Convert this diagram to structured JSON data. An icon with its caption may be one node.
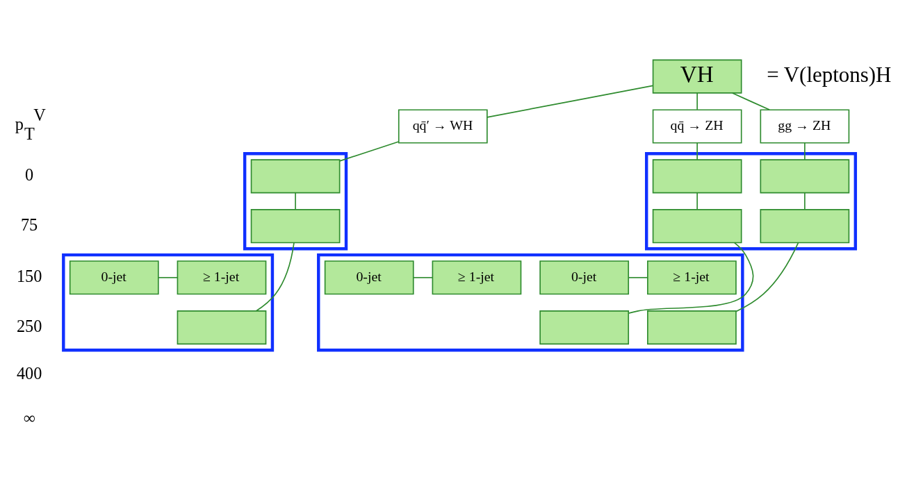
{
  "diagram": {
    "nodes": [
      {
        "text": [
          "VH"
        ],
        "beside": [
          "= V(leptons)H"
        ]
      },
      {
        "text": [
          "qq̄′ → WH"
        ]
      },
      {
        "text": [
          "qq̄ → ZH"
        ]
      },
      {
        "text": [
          "gg → ZH"
        ]
      },
      {
        "text": [],
        "shape": "box"
      },
      {
        "text": [],
        "shape": "box",
        "in": 4
      },
      {
        "text": [],
        "shape": "box",
        "in": 4
      },
      {
        "text": [],
        "shape": "box"
      },
      {
        "text": [],
        "shape": "box",
        "in": 7
      },
      {
        "text": [],
        "shape": "box",
        "in": 7
      },
      {
        "text": [],
        "shape": "box",
        "in": 7
      },
      {
        "text": [],
        "shape": "box",
        "in": 7
      },
      {
        "text": [],
        "shape": "box"
      },
      {
        "text": [
          "0-jet"
        ],
        "in": 12
      },
      {
        "text": [
          "≥ 1-jet"
        ],
        "in": 12
      },
      {
        "text": [],
        "shape": "box",
        "in": 12
      },
      {
        "text": [],
        "shape": "box"
      },
      {
        "text": [
          "0-jet"
        ],
        "in": 16
      },
      {
        "text": [
          "≥ 1-jet"
        ],
        "in": 16
      },
      {
        "text": [],
        "shape": "box",
        "in": 16
      },
      {
        "text": [
          "0-jet"
        ],
        "in": 16
      },
      {
        "text": [
          "≥ 1-jet"
        ],
        "in": 16
      },
      {
        "text": [],
        "shape": "box",
        "in": 16
      }
    ],
    "edges": [
      {
        "from": 0,
        "to": 1,
        "arrow": "none"
      },
      {
        "from": 0,
        "to": 2,
        "arrow": "none"
      },
      {
        "from": 0,
        "to": 3,
        "arrow": "none"
      },
      {
        "from": 1,
        "to": 5,
        "arrow": "none"
      },
      {
        "from": 5,
        "to": 6,
        "arrow": "none"
      },
      {
        "from": 6,
        "to": 15,
        "arrow": "none"
      },
      {
        "from": 13,
        "to": 14,
        "arrow": "none"
      },
      {
        "from": 2,
        "to": 8,
        "arrow": "none"
      },
      {
        "from": 8,
        "to": 9,
        "arrow": "none"
      },
      {
        "from": 9,
        "to": 19,
        "arrow": "none"
      },
      {
        "from": 17,
        "to": 18,
        "arrow": "none"
      },
      {
        "from": 3,
        "to": 10,
        "arrow": "none"
      },
      {
        "from": 10,
        "to": 11,
        "arrow": "none"
      },
      {
        "from": 11,
        "to": 22,
        "arrow": "none"
      },
      {
        "from": 20,
        "to": 21,
        "arrow": "none"
      }
    ],
    "labels": [
      "p$_{T}$$^{V}$",
      "0",
      "75",
      "150",
      "250",
      "400",
      "∞"
    ]
  }
}
